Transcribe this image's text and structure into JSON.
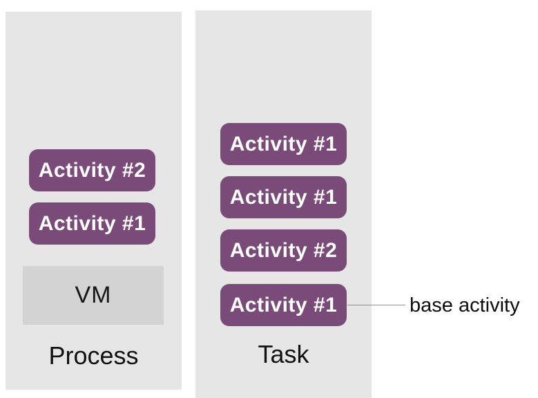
{
  "colors": {
    "panel_bg": "#e6e6e6",
    "activity_bg": "#7a4b78",
    "activity_text": "#ffffff",
    "vm_bg": "#d3d3d3",
    "label_text": "#111111",
    "connector_line": "#8f8f8f"
  },
  "process_column": {
    "label": "Process",
    "activities": [
      "Activity #2",
      "Activity #1"
    ],
    "vm_label": "VM"
  },
  "task_column": {
    "label": "Task",
    "activities": [
      "Activity #1",
      "Activity #1",
      "Activity #2",
      "Activity #1"
    ]
  },
  "annotation": {
    "base_activity_label": "base activity"
  }
}
